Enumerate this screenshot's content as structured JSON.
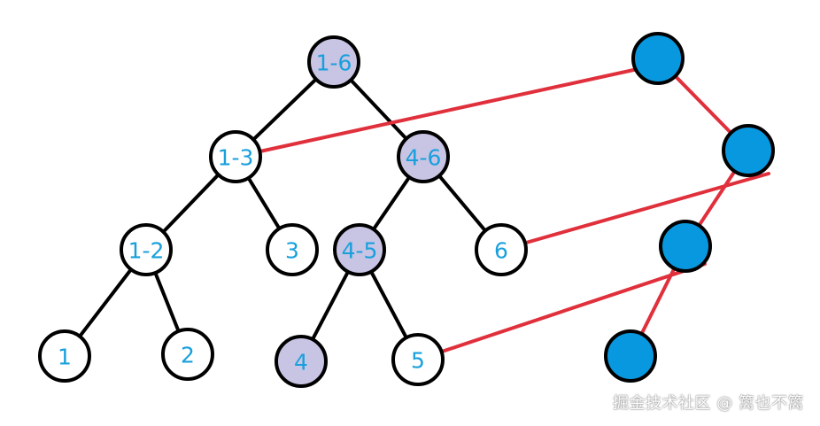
{
  "colors": {
    "tree_edge": "#000000",
    "link_edge": "#e0303c",
    "node_stroke": "#000000",
    "node_fill_plain": "#ffffff",
    "node_fill_highlight": "#c8c4e4",
    "node_fill_chain": "#0898df",
    "label_color": "#19a0dc"
  },
  "tree_nodes": [
    {
      "id": "n16",
      "label": "1-6",
      "highlight": true
    },
    {
      "id": "n13",
      "label": "1-3",
      "highlight": false
    },
    {
      "id": "n46",
      "label": "4-6",
      "highlight": true
    },
    {
      "id": "n12",
      "label": "1-2",
      "highlight": false
    },
    {
      "id": "n3",
      "label": "3",
      "highlight": false
    },
    {
      "id": "n45",
      "label": "4-5",
      "highlight": true
    },
    {
      "id": "n6",
      "label": "6",
      "highlight": false
    },
    {
      "id": "n1",
      "label": "1",
      "highlight": false
    },
    {
      "id": "n2",
      "label": "2",
      "highlight": false
    },
    {
      "id": "n4",
      "label": "4",
      "highlight": true
    },
    {
      "id": "n5",
      "label": "5",
      "highlight": false
    }
  ],
  "tree_edges": [
    [
      "n16",
      "n13"
    ],
    [
      "n16",
      "n46"
    ],
    [
      "n13",
      "n12"
    ],
    [
      "n13",
      "n3"
    ],
    [
      "n46",
      "n45"
    ],
    [
      "n46",
      "n6"
    ],
    [
      "n12",
      "n1"
    ],
    [
      "n12",
      "n2"
    ],
    [
      "n45",
      "n4"
    ],
    [
      "n45",
      "n5"
    ]
  ],
  "chain_nodes": [
    {
      "id": "c1"
    },
    {
      "id": "c2"
    },
    {
      "id": "c3"
    },
    {
      "id": "c4"
    }
  ],
  "chain_edges": [
    [
      "c1",
      "c2"
    ],
    [
      "c2",
      "c3"
    ],
    [
      "c3",
      "c4"
    ]
  ],
  "link_edges": [
    [
      "n13",
      "c1"
    ],
    [
      "n6",
      "c2"
    ],
    [
      "n5",
      "c3"
    ]
  ],
  "watermark": "掘金技术社区 @ 篱也不篱"
}
